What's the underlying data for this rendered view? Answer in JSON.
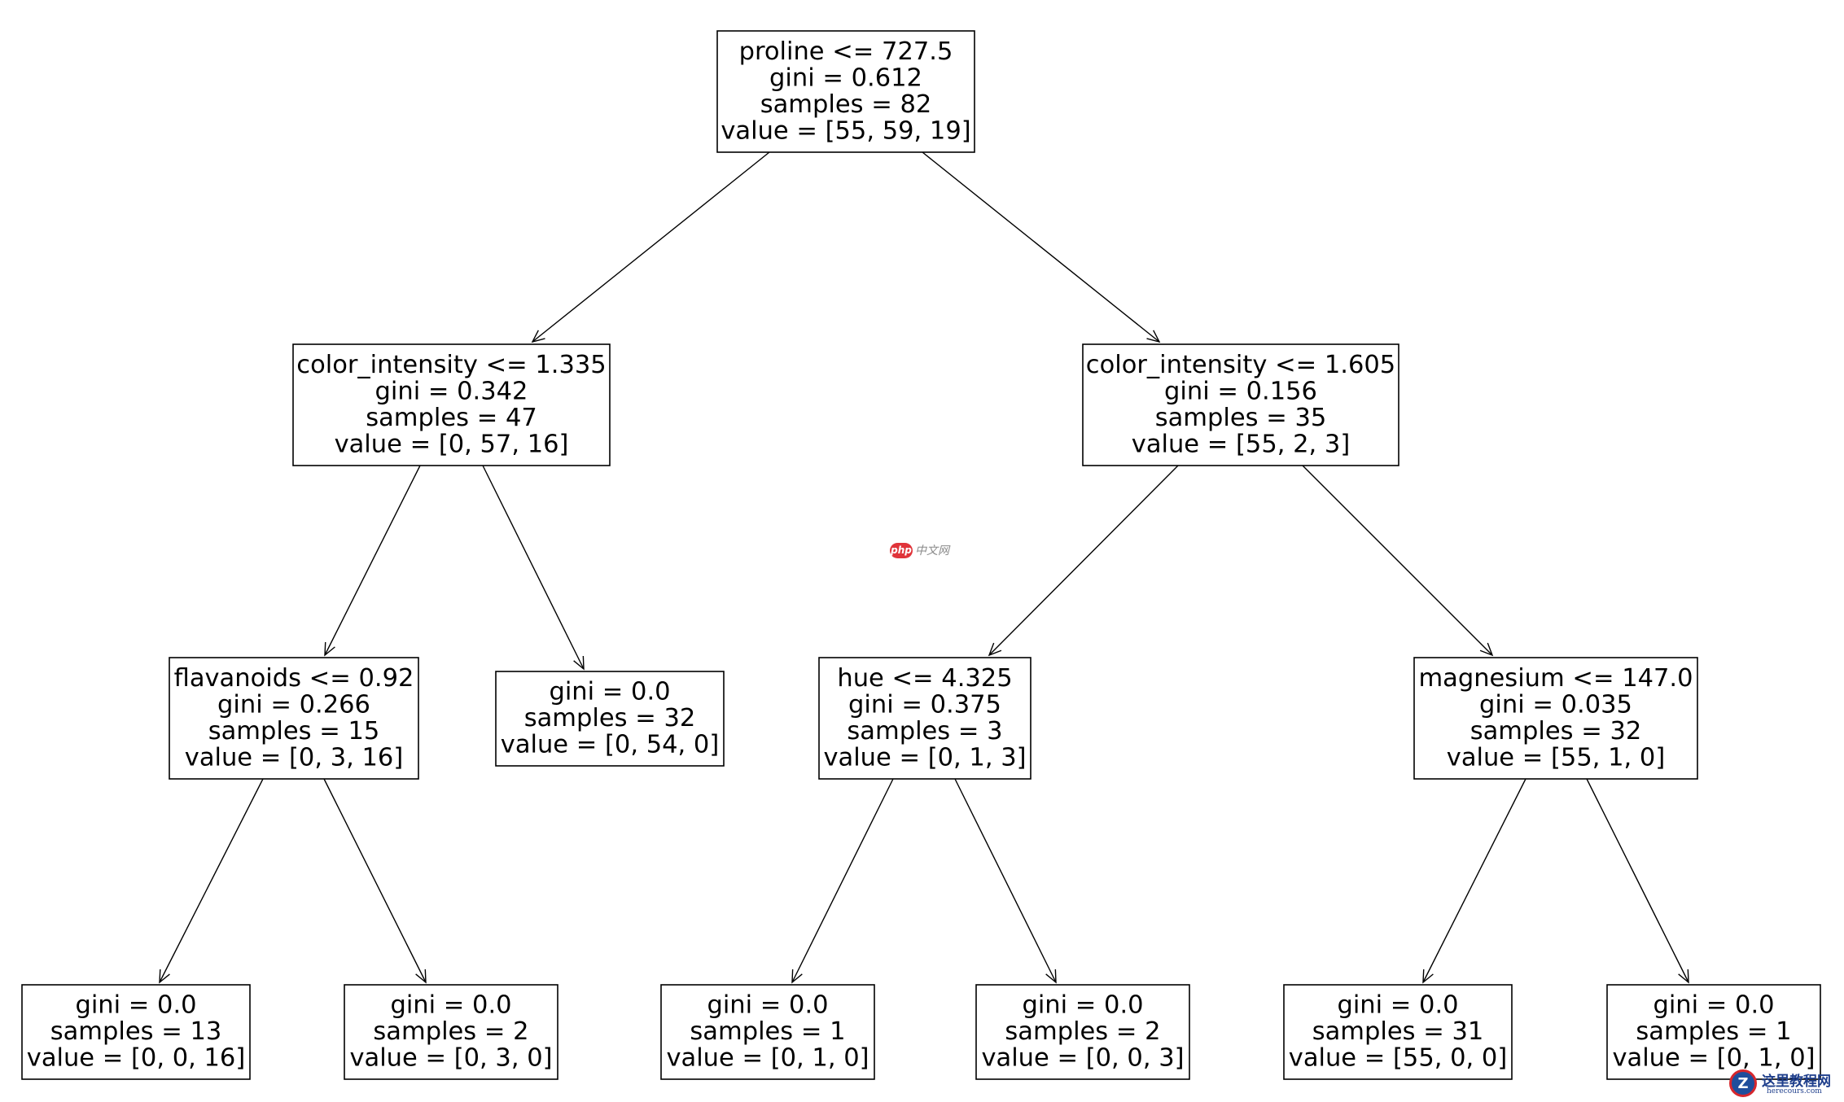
{
  "diagram": {
    "type": "decision-tree",
    "nodes": [
      {
        "id": "n0",
        "lines": [
          "proline <= 727.5",
          "gini = 0.612",
          "samples = 82",
          "value = [55, 59, 19]"
        ]
      },
      {
        "id": "n1",
        "lines": [
          "color_intensity <= 1.335",
          "gini = 0.342",
          "samples = 47",
          "value = [0, 57, 16]"
        ]
      },
      {
        "id": "n2",
        "lines": [
          "color_intensity <= 1.605",
          "gini = 0.156",
          "samples = 35",
          "value = [55, 2, 3]"
        ]
      },
      {
        "id": "n3",
        "lines": [
          "flavanoids <= 0.92",
          "gini = 0.266",
          "samples = 15",
          "value = [0, 3, 16]"
        ]
      },
      {
        "id": "n4",
        "lines": [
          "gini = 0.0",
          "samples = 32",
          "value = [0, 54, 0]"
        ]
      },
      {
        "id": "n5",
        "lines": [
          "hue <= 4.325",
          "gini = 0.375",
          "samples = 3",
          "value = [0, 1, 3]"
        ]
      },
      {
        "id": "n6",
        "lines": [
          "magnesium <= 147.0",
          "gini = 0.035",
          "samples = 32",
          "value = [55, 1, 0]"
        ]
      },
      {
        "id": "n7",
        "lines": [
          "gini = 0.0",
          "samples = 13",
          "value = [0, 0, 16]"
        ]
      },
      {
        "id": "n8",
        "lines": [
          "gini = 0.0",
          "samples = 2",
          "value = [0, 3, 0]"
        ]
      },
      {
        "id": "n9",
        "lines": [
          "gini = 0.0",
          "samples = 1",
          "value = [0, 1, 0]"
        ]
      },
      {
        "id": "n10",
        "lines": [
          "gini = 0.0",
          "samples = 2",
          "value = [0, 0, 3]"
        ]
      },
      {
        "id": "n11",
        "lines": [
          "gini = 0.0",
          "samples = 31",
          "value = [55, 0, 0]"
        ]
      },
      {
        "id": "n12",
        "lines": [
          "gini = 0.0",
          "samples = 1",
          "value = [0, 1, 0]"
        ]
      }
    ],
    "edges": [
      {
        "from": "n0",
        "to": "n1"
      },
      {
        "from": "n0",
        "to": "n2"
      },
      {
        "from": "n1",
        "to": "n3"
      },
      {
        "from": "n1",
        "to": "n4"
      },
      {
        "from": "n2",
        "to": "n5"
      },
      {
        "from": "n2",
        "to": "n6"
      },
      {
        "from": "n3",
        "to": "n7"
      },
      {
        "from": "n3",
        "to": "n8"
      },
      {
        "from": "n5",
        "to": "n9"
      },
      {
        "from": "n5",
        "to": "n10"
      },
      {
        "from": "n6",
        "to": "n11"
      },
      {
        "from": "n6",
        "to": "n12"
      }
    ]
  },
  "watermarks": {
    "center_badge": "php",
    "center_text": "中文网",
    "corner_icon": "Z",
    "corner_title": "这里教程网",
    "corner_subtitle": "herecours.com"
  }
}
